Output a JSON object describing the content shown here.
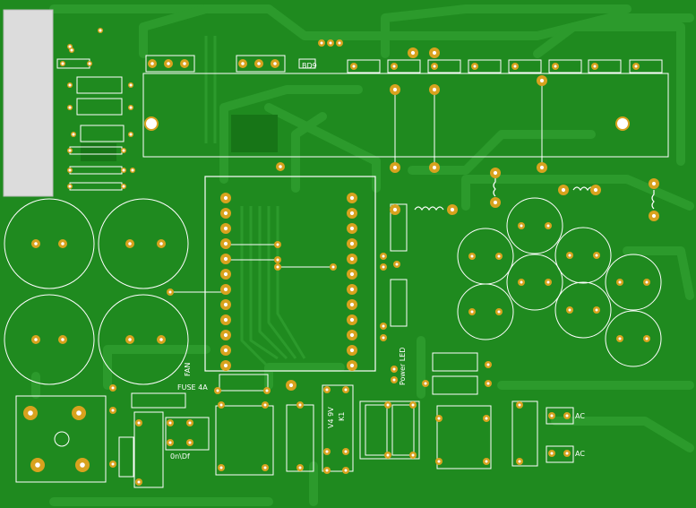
{
  "colors": {
    "board": "#1f8a1f",
    "copper": "#188018",
    "trace": "#2c9a2c",
    "silkscreen": "#ffffff",
    "pad": "#d8a21e",
    "hole": "#ffffff",
    "label_panel": "#dcdcdc"
  },
  "labels": {
    "fuse": "FUSE 4A",
    "fan": "FAN",
    "power_led": "Power LED",
    "ac_top": "AC",
    "ac_bottom": "AC",
    "capacitor_value": "0n\\Df",
    "relay": "K1",
    "relay_value": "V4 9V",
    "diode_tag": "BD9"
  }
}
